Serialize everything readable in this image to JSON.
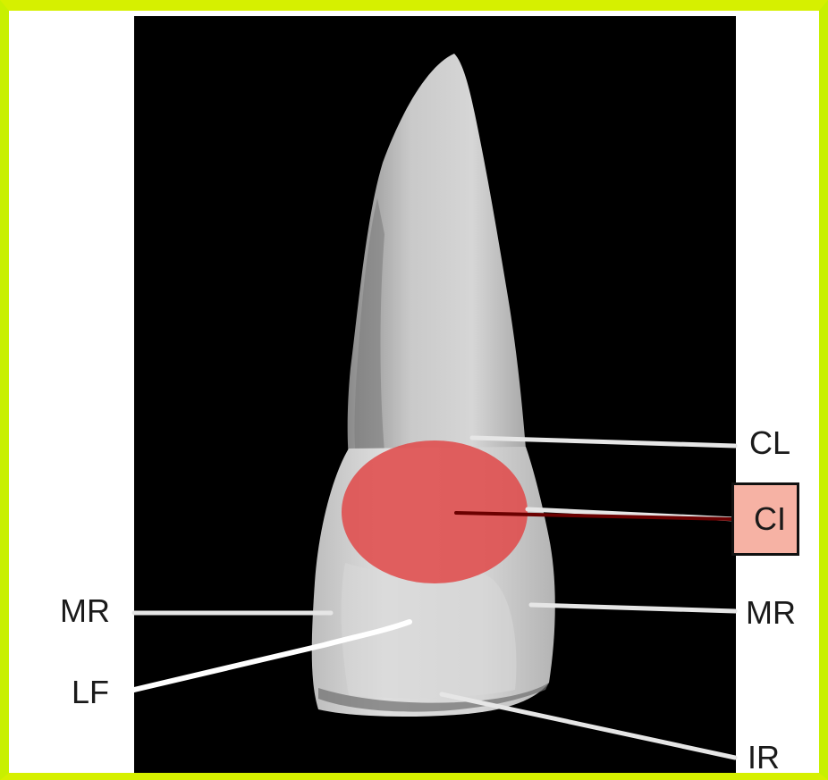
{
  "figure": {
    "kind": "tooth-photograph",
    "background_color": "#000000",
    "frame_color": "#c8f000",
    "highlight_color": "#e04848",
    "highlight_label_fill": "#f6b2a4"
  },
  "labels": {
    "cl": "CL",
    "ci": "CI",
    "mr_right": "MR",
    "ir": "IR",
    "mr_left": "MR",
    "lf": "LF"
  },
  "highlighted_label": "CI"
}
